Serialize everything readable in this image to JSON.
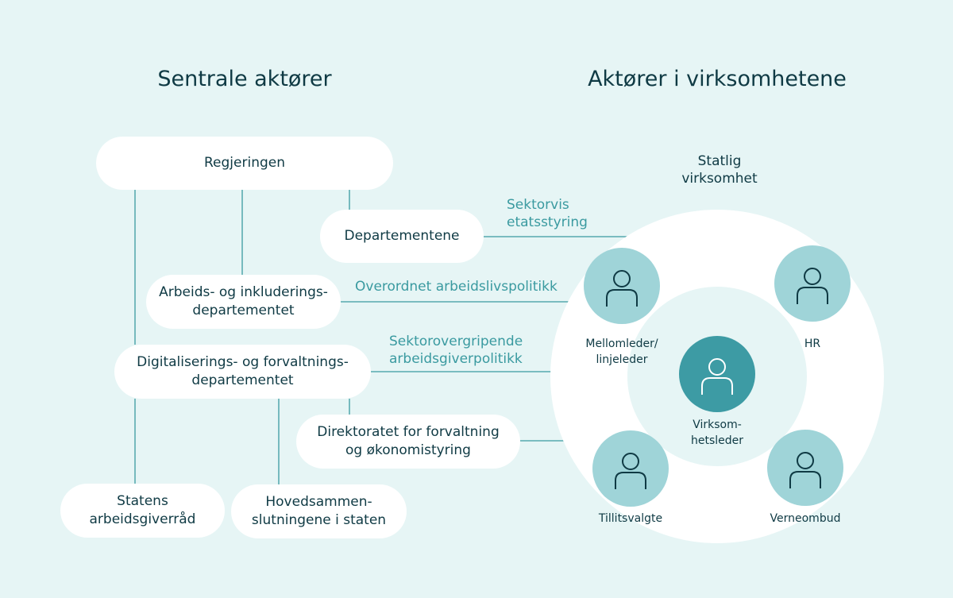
{
  "titles": {
    "left": "Sentrale aktører",
    "right": "Aktører i virksomhetene"
  },
  "nodes": {
    "regjeringen": "Regjeringen",
    "departementene": "Departementene",
    "aid": [
      "Arbeids- og inkluderings-",
      "departementet"
    ],
    "dfd": [
      "Digitaliserings- og forvaltnings-",
      "departementet"
    ],
    "dfo": [
      "Direktoratet for forvaltning",
      "og økonomistyring"
    ],
    "sar": [
      "Statens",
      "arbeidsgiverråd"
    ],
    "hs": [
      "Hovedsammen-",
      "slutningene i staten"
    ]
  },
  "relations": {
    "sektorvis": [
      "Sektorvis",
      "etatsstyring"
    ],
    "overordnet": "Overordnet arbeidslivspolitikk",
    "sektorover": [
      "Sektorovergripende",
      "arbeidsgiverpolitikk"
    ]
  },
  "virksomhet": {
    "title": [
      "Statlig",
      "virksomhet"
    ],
    "center": [
      "Virksom-",
      "hetsleder"
    ],
    "mellomleder": [
      "Mellomleder/",
      "linjeleder"
    ],
    "hr": "HR",
    "tillitsvalgte": "Tillitsvalgte",
    "verneombud": "Verneombud"
  },
  "colors": {
    "background": "#e6f5f5",
    "line": "#3a9aa0",
    "person_light": "#9fd4d8",
    "person_dark": "#3d9ba4",
    "ring_inner": "#e6f5f5"
  }
}
